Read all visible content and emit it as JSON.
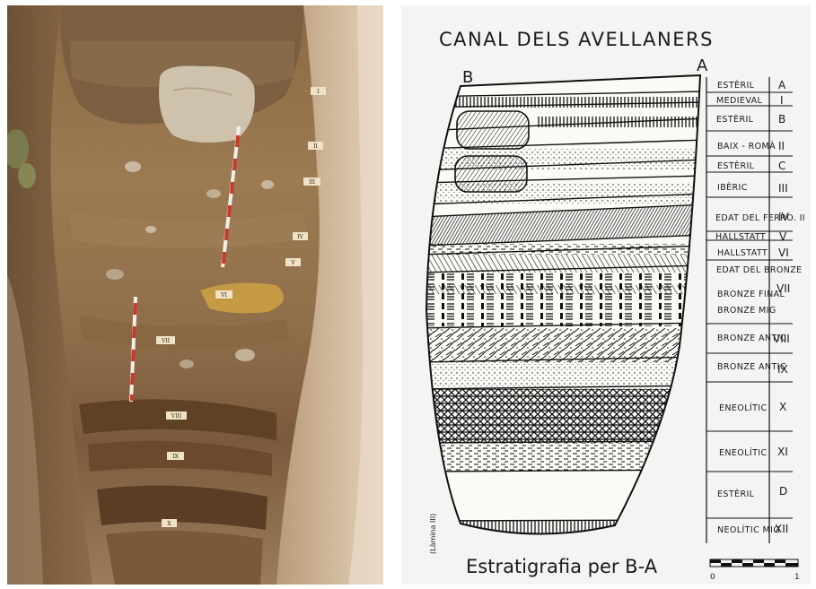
{
  "photo": {
    "description_free": true,
    "tags": [
      "I",
      "II",
      "III",
      "IV",
      "V",
      "VI",
      "VII",
      "VIII",
      "IX",
      "X"
    ]
  },
  "drawing": {
    "title": "CANAL DELS AVELLANERS",
    "section_start": "B",
    "section_end": "A",
    "caption": "Estratigrafia  per  B-A",
    "plate": "(Làmina III)",
    "scale_zero": "0",
    "scale_one": "1",
    "layers": [
      {
        "label": "ESTÈRIL",
        "code": "A"
      },
      {
        "label": "MEDIEVAL",
        "code": "I"
      },
      {
        "label": "ESTÈRIL",
        "code": "B"
      },
      {
        "label": "BAIX - ROMÀ",
        "code": "II"
      },
      {
        "label": "ESTÈRIL",
        "code": "C"
      },
      {
        "label": "IBÈRIC",
        "code": "III"
      },
      {
        "label": "EDAT  DEL FERRO. II",
        "code": "IV"
      },
      {
        "label": "HALLSTATT",
        "code": "V"
      },
      {
        "label": "HALLSTATT",
        "code": "VI"
      },
      {
        "label": "EDAT  DEL BRONZE",
        "code": ""
      },
      {
        "label": "BRONZE FINAL",
        "code": "VII"
      },
      {
        "label": "BRONZE MIG",
        "code": ""
      },
      {
        "label": "BRONZE ANTIC",
        "code": "VIII"
      },
      {
        "label": "BRONZE ANTIC",
        "code": "IX"
      },
      {
        "label": "ENEOLÍTIC",
        "code": "X"
      },
      {
        "label": "ENEOLÍTIC",
        "code": "XI"
      },
      {
        "label": "ESTÈRIL",
        "code": "D"
      },
      {
        "label": "NEOLÍTIC MIG",
        "code": "XII"
      }
    ]
  }
}
